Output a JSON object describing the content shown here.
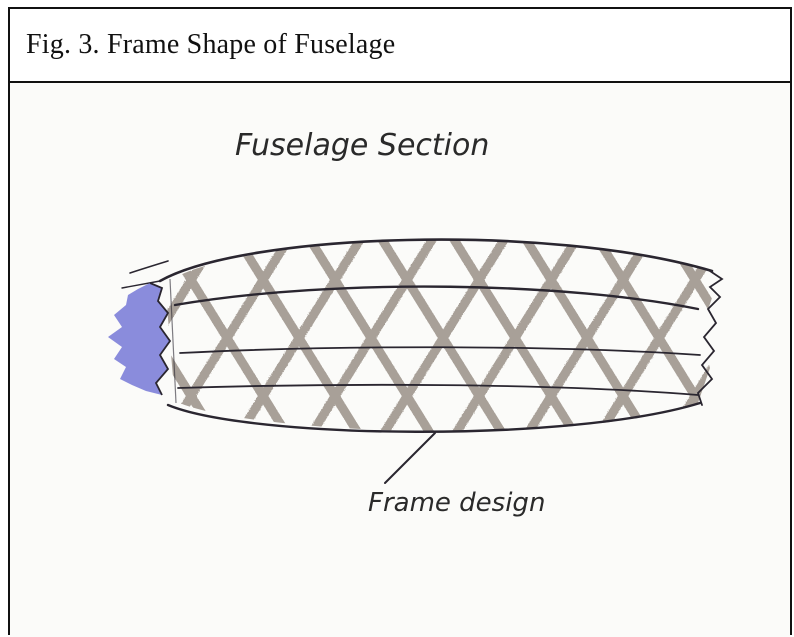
{
  "figure": {
    "caption": "Fig. 3. Frame Shape of Fuselage"
  },
  "sketch": {
    "title_label": "Fuselage Section",
    "pointer_label": "Frame design",
    "colors": {
      "outline": "#2a2630",
      "lattice": "#9a9188",
      "nose_fill": "#7d7fd8",
      "paper": "#fbfbf9"
    }
  }
}
